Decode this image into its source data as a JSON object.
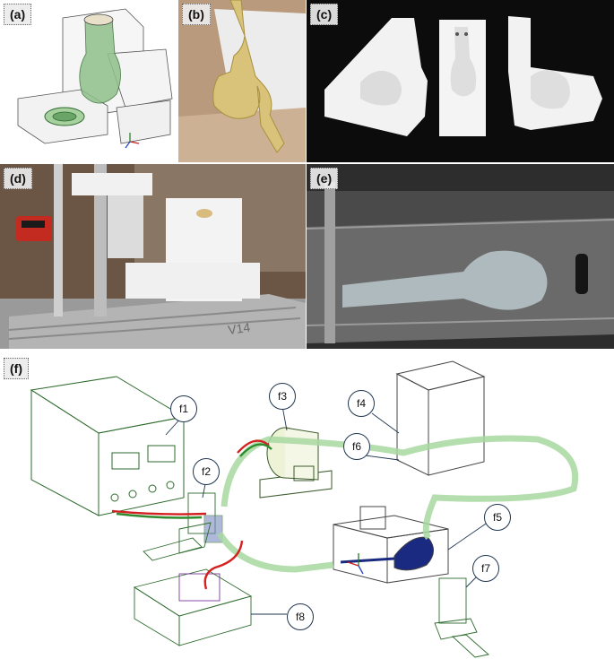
{
  "panels": {
    "a": {
      "label": "(a)"
    },
    "b": {
      "label": "(b)"
    },
    "c": {
      "label": "(c)"
    },
    "d": {
      "label": "(d)"
    },
    "e": {
      "label": "(e)"
    },
    "f": {
      "label": "(f)"
    }
  },
  "markings": {
    "d_stage": "V14"
  },
  "callouts": {
    "f1": "f1",
    "f2": "f2",
    "f3": "f3",
    "f4": "f4",
    "f5": "f5",
    "f6": "f6",
    "f7": "f7",
    "f8": "f8"
  },
  "colors": {
    "tubing": "#a8d8a0",
    "wire_red": "#d42020",
    "wire_green": "#2e8b2e",
    "aneurysm_model": "#1a2a80",
    "casting_resin": "#d8c27a",
    "mold_white": "#f4f4f4",
    "callout_border": "#1f3550"
  }
}
